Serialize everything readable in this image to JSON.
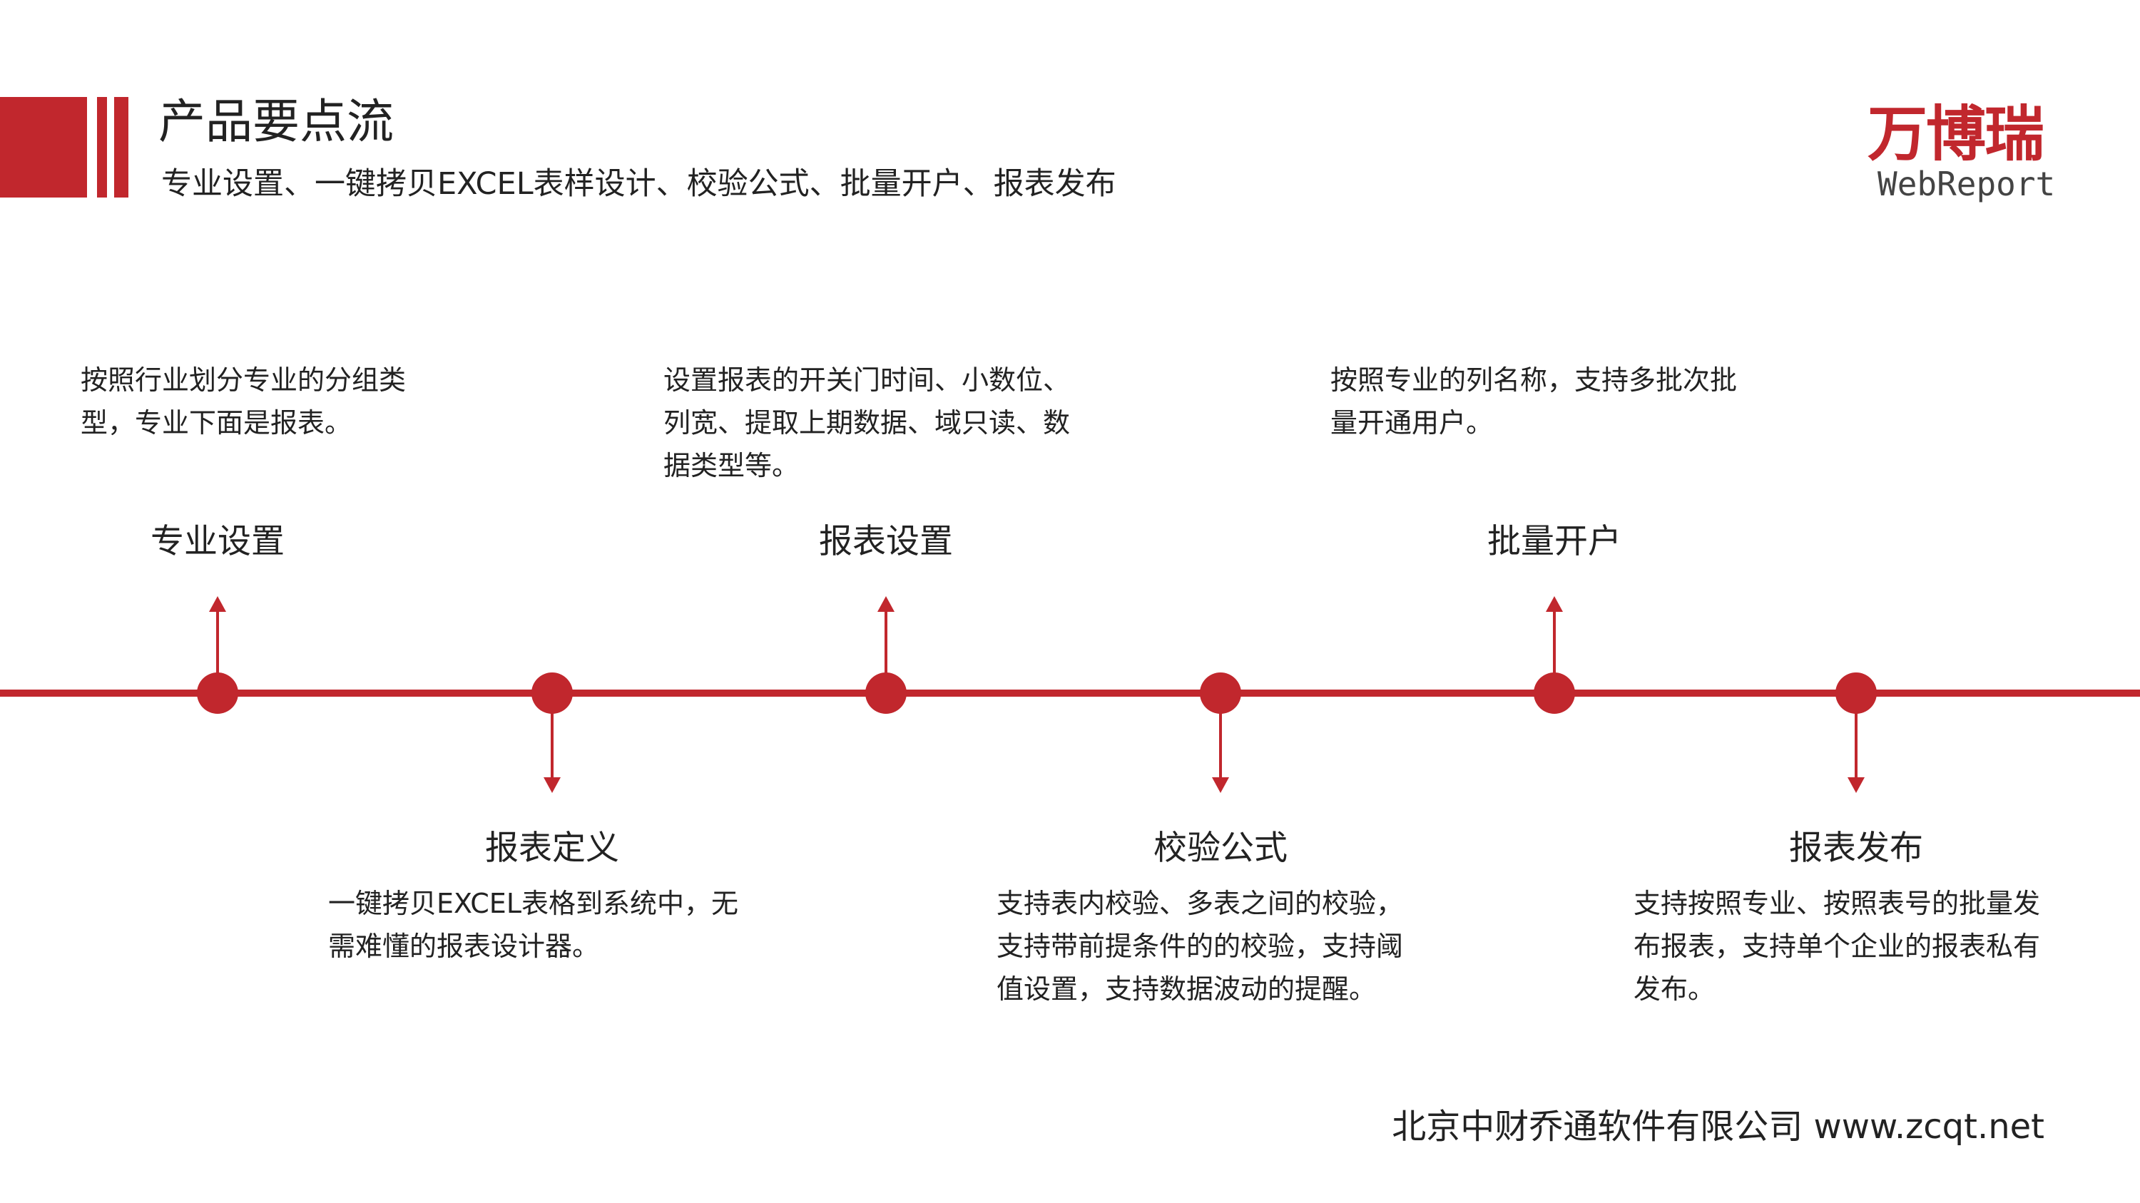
{
  "header": {
    "title": "产品要点流",
    "subtitle": "专业设置、一键拷贝EXCEL表样设计、校验公式、批量开户、报表发布"
  },
  "logo": {
    "cn": "万博瑞",
    "en": "WebReport"
  },
  "colors": {
    "accent": "#c1272d"
  },
  "timeline": {
    "nodes": [
      {
        "title": "专业设置",
        "direction": "up",
        "desc_lines": [
          "按照行业划分专业的分组类",
          "型，专业下面是报表。"
        ]
      },
      {
        "title": "报表定义",
        "direction": "down",
        "desc_lines": [
          "一键拷贝EXCEL表格到系统中，无",
          "需难懂的报表设计器。"
        ]
      },
      {
        "title": "报表设置",
        "direction": "up",
        "desc_lines": [
          "设置报表的开关门时间、小数位、",
          "列宽、提取上期数据、域只读、数",
          "据类型等。"
        ]
      },
      {
        "title": "校验公式",
        "direction": "down",
        "desc_lines": [
          "支持表内校验、多表之间的校验，",
          "支持带前提条件的的校验，支持阈",
          "值设置，支持数据波动的提醒。"
        ]
      },
      {
        "title": "批量开户",
        "direction": "up",
        "desc_lines": [
          "按照专业的列名称，支持多批次批",
          "量开通用户。"
        ]
      },
      {
        "title": "报表发布",
        "direction": "down",
        "desc_lines": [
          "支持按照专业、按照表号的批量发",
          "布报表，支持单个企业的报表私有",
          "发布。"
        ]
      }
    ]
  },
  "footer": {
    "text": "北京中财乔通软件有限公司 www.zcqt.net"
  }
}
